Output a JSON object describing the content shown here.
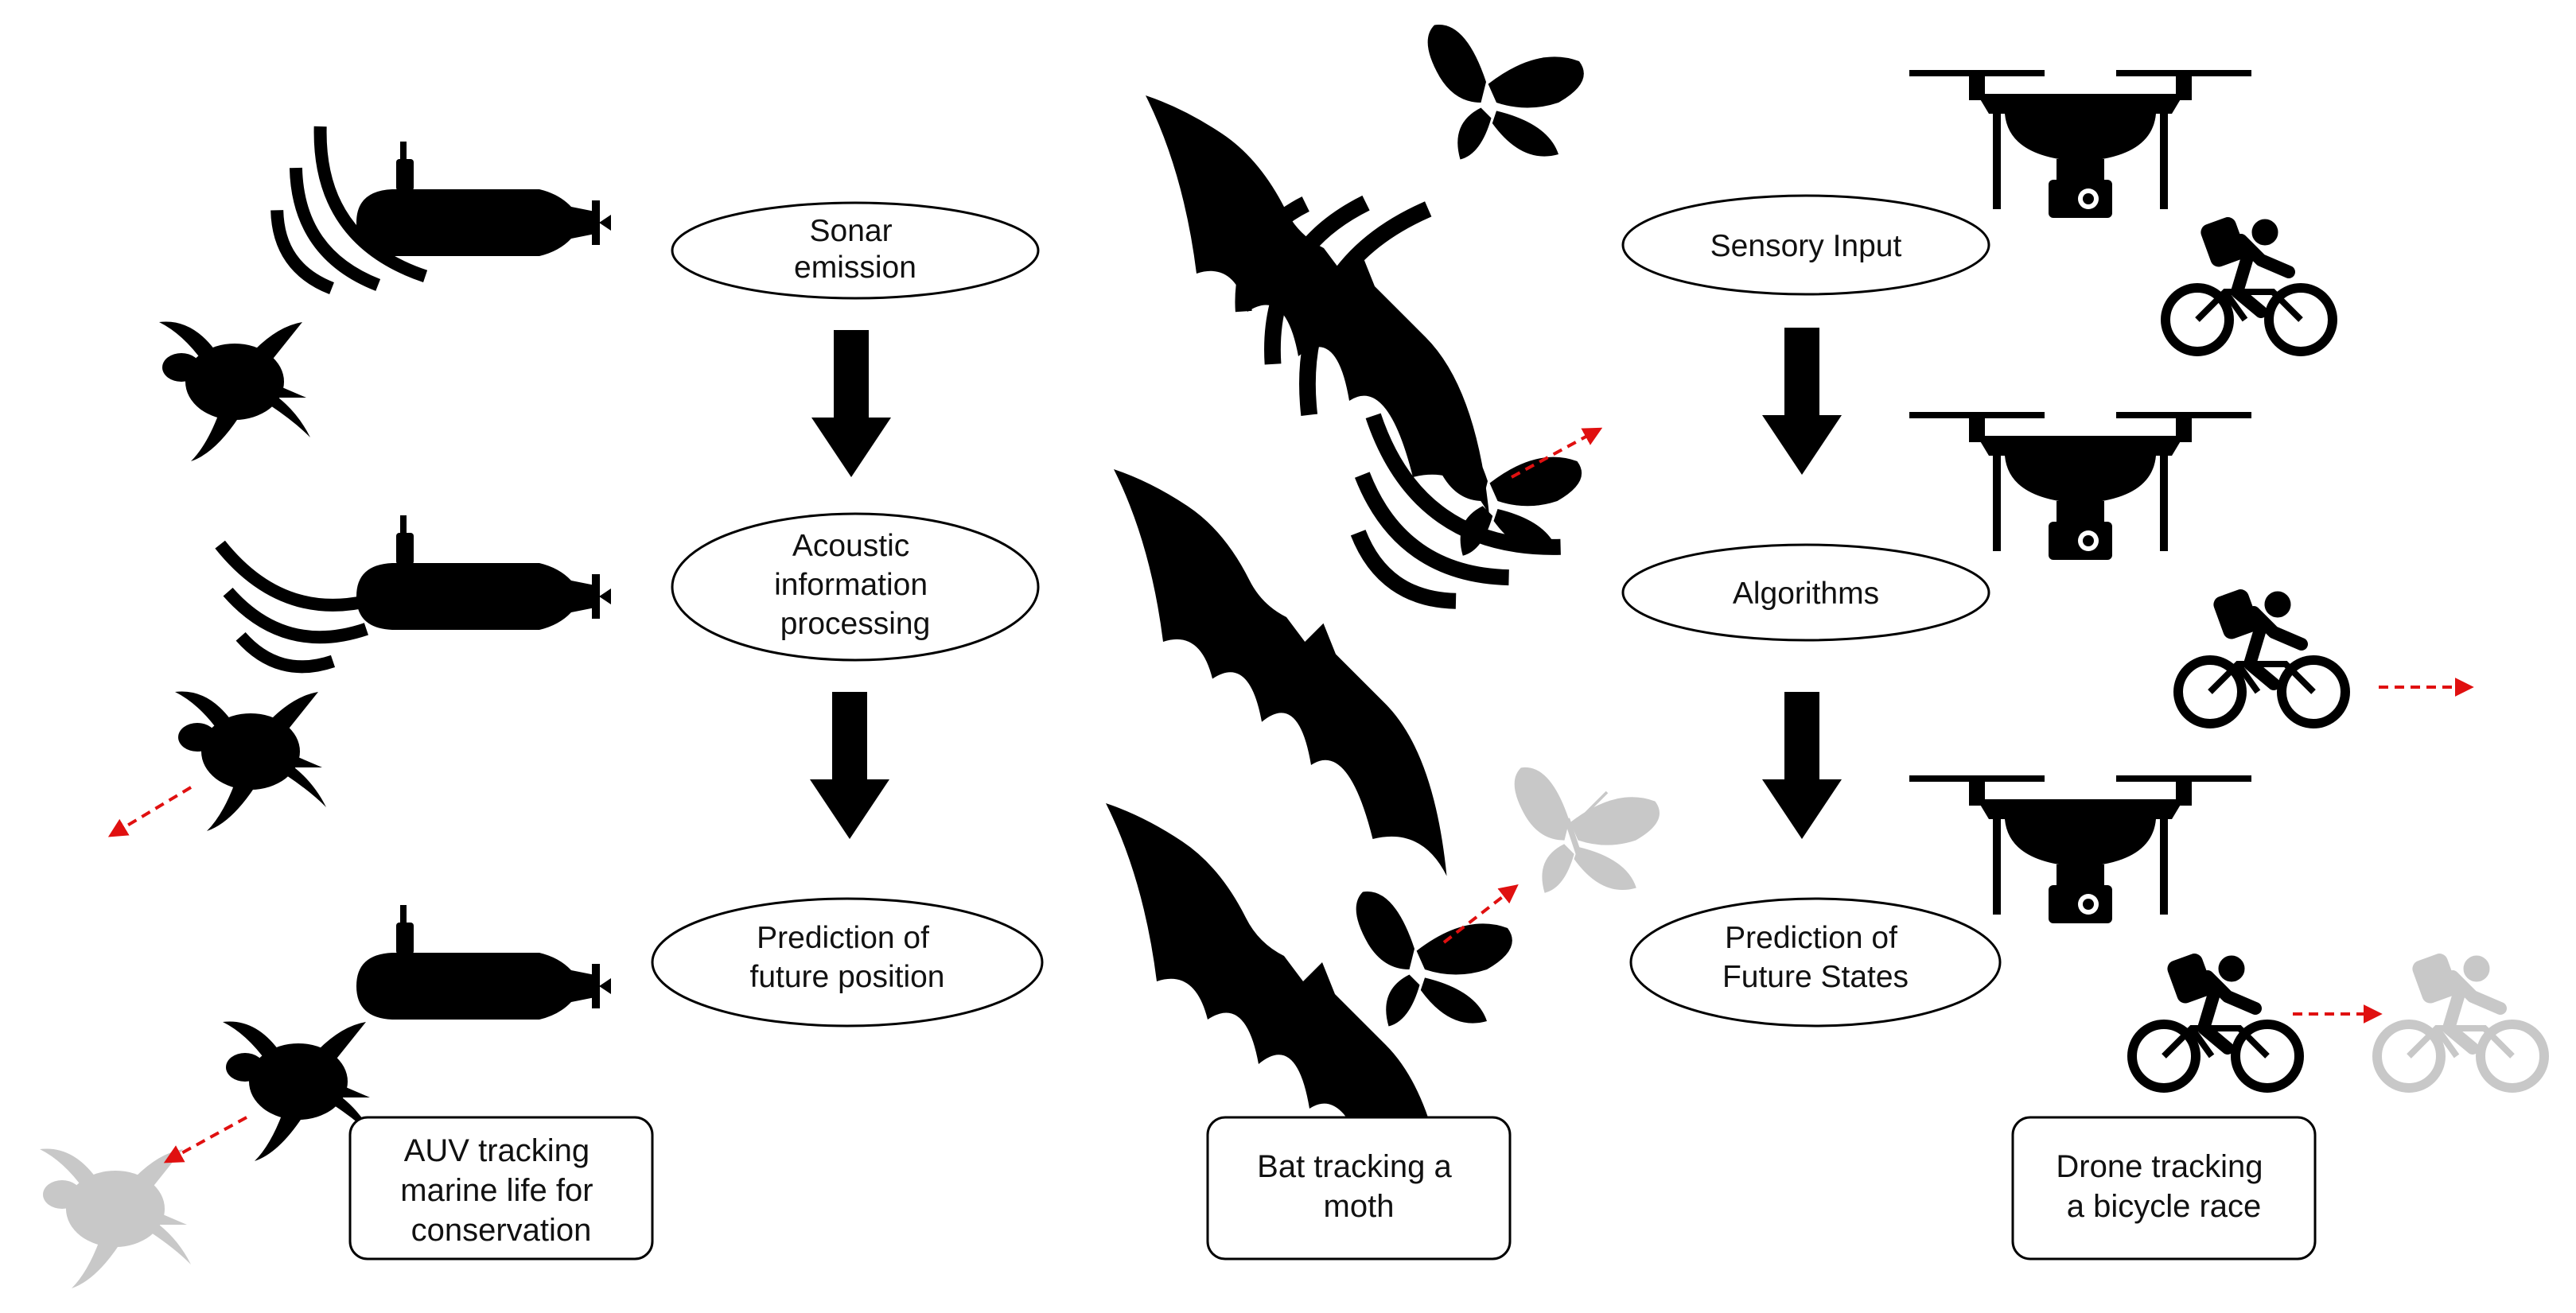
{
  "panels": [
    {
      "id": "auv",
      "nodes": [
        {
          "lines": [
            "Sonar",
            "emission"
          ]
        },
        {
          "lines": [
            "Acoustic",
            "information",
            "processing"
          ]
        },
        {
          "lines": [
            "Prediction of",
            "future position"
          ]
        }
      ],
      "caption": {
        "lines": [
          "AUV tracking",
          "marine life for",
          "conservation"
        ]
      }
    },
    {
      "id": "bat",
      "nodes": [],
      "caption": {
        "lines": [
          "Bat tracking a",
          "moth"
        ]
      }
    },
    {
      "id": "drone",
      "nodes": [
        {
          "lines": [
            "Sensory Input"
          ]
        },
        {
          "lines": [
            "Algorithms"
          ]
        },
        {
          "lines": [
            "Prediction of",
            "Future States"
          ]
        }
      ],
      "caption": {
        "lines": [
          "Drone tracking",
          "a bicycle race"
        ]
      }
    }
  ],
  "colors": {
    "ink": "#000000",
    "ghost": "#c8c8c8",
    "motion_arrow": "#e01010",
    "background": "#ffffff"
  },
  "icons": [
    "submarine-icon",
    "sonar-wave-icon",
    "sea-turtle-icon",
    "bat-icon",
    "butterfly-icon",
    "drone-icon",
    "cyclist-icon",
    "motion-arrow-icon",
    "flow-arrow-icon"
  ]
}
